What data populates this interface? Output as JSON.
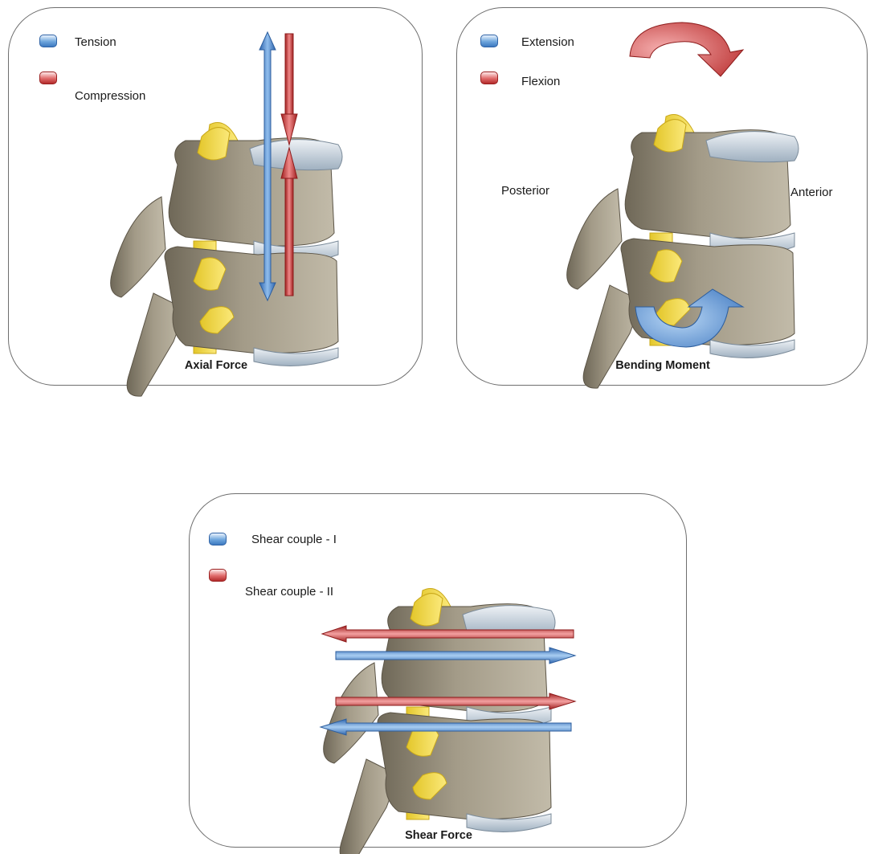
{
  "axial_panel": {
    "legend": [
      {
        "label": "Tension",
        "color": "#4a86cf"
      },
      {
        "label": "Compression",
        "color": "#cc3333"
      }
    ],
    "caption": "Axial Force"
  },
  "bending_panel": {
    "legend": [
      {
        "label": "Extension",
        "color": "#4a86cf"
      },
      {
        "label": "Flexion",
        "color": "#cc3333"
      }
    ],
    "posterior_label": "Posterior",
    "anterior_label": "Anterior",
    "caption": "Bending Moment"
  },
  "shear_panel": {
    "legend": [
      {
        "label": "Shear couple - I",
        "color": "#4a86cf"
      },
      {
        "label": "Shear couple - II",
        "color": "#cc3333"
      }
    ],
    "caption": "Shear Force"
  },
  "colors": {
    "bone": "#a39b88",
    "bone_dark": "#6f6858",
    "disc": "#c9d3dc",
    "ligament": "#f1d94a",
    "blue_arrow": "#4a86cf",
    "red_arrow": "#cc3333",
    "panel_border": "#6e6e6e"
  }
}
